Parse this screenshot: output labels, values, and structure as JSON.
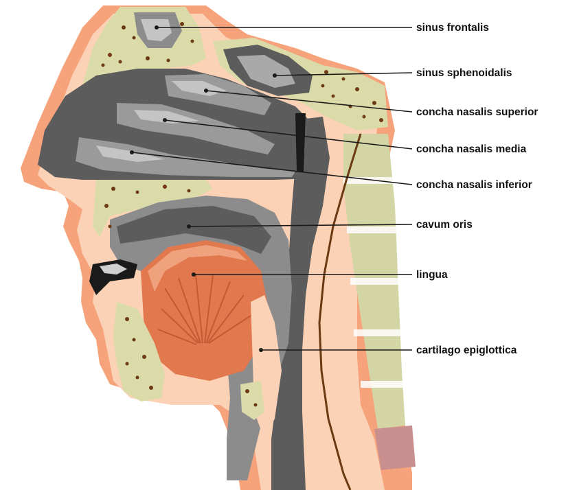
{
  "labels": [
    {
      "id": "sinus-frontalis",
      "text": "sinus frontalis"
    },
    {
      "id": "sinus-sphenoidalis",
      "text": "sinus sphenoidalis"
    },
    {
      "id": "concha-nasalis-superior",
      "text": "concha nasalis superior"
    },
    {
      "id": "concha-nasalis-media",
      "text": "concha nasalis media"
    },
    {
      "id": "concha-nasalis-inferior",
      "text": "concha nasalis inferior"
    },
    {
      "id": "cavum-oris",
      "text": "cavum oris"
    },
    {
      "id": "lingua",
      "text": "lingua"
    },
    {
      "id": "cartilago-epiglottica",
      "text": "cartilago epiglottica"
    }
  ],
  "colors": {
    "skin": "#f6a37c",
    "skin_light": "#fbd2b6",
    "bone": "#dadba9",
    "bone_spots": "#6b3a12",
    "cavity_dark": "#5c5c5c",
    "cavity_mid": "#8c8c8c",
    "cavity_light": "#c4c4c4",
    "tongue": "#e2784e",
    "vertebra": "#d3d6a4",
    "esophagus": "#c98f8f",
    "outline": "#6b3a12"
  }
}
